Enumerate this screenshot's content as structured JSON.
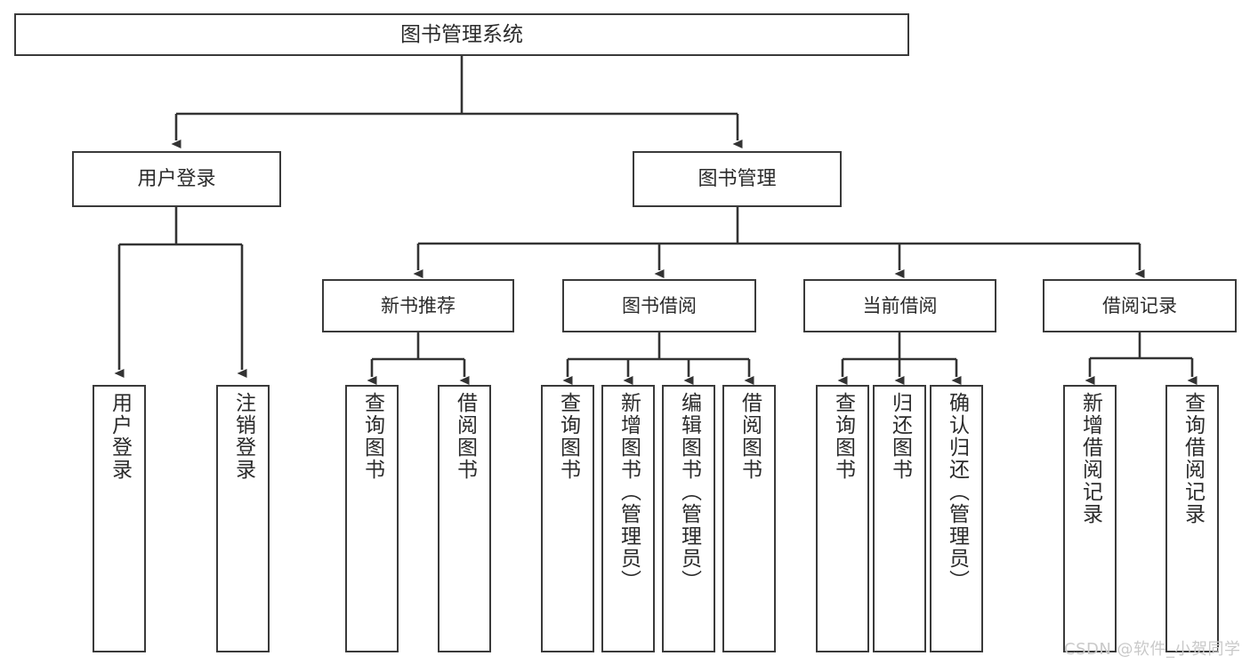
{
  "diagram": {
    "title": "图书管理系统",
    "type": "hierarchy-tree",
    "orientation": "top-down",
    "colors": {
      "box_border": "#3a3a3a",
      "box_fill": "#ffffff",
      "text": "#2b2b2b",
      "connector": "#333333",
      "watermark": "#c9c9c9",
      "background": "#ffffff"
    },
    "root": {
      "label": "图书管理系统"
    },
    "level1": [
      {
        "label": "用户登录"
      },
      {
        "label": "图书管理"
      }
    ],
    "level2": [
      {
        "label": "新书推荐"
      },
      {
        "label": "图书借阅"
      },
      {
        "label": "当前借阅"
      },
      {
        "label": "借阅记录"
      }
    ],
    "leaves": {
      "user_login": [
        {
          "label": "用户登录"
        },
        {
          "label": "注销登录"
        }
      ],
      "new_book_recommend": [
        {
          "label": "查询图书"
        },
        {
          "label": "借阅图书"
        }
      ],
      "book_borrow": [
        {
          "label": "查询图书"
        },
        {
          "label": "新增图书（管理员）"
        },
        {
          "label": "编辑图书（管理员）"
        },
        {
          "label": "借阅图书"
        }
      ],
      "current_borrow": [
        {
          "label": "查询图书"
        },
        {
          "label": "归还图书"
        },
        {
          "label": "确认归还（管理员）"
        }
      ],
      "borrow_record": [
        {
          "label": "新增借阅记录"
        },
        {
          "label": "查询借阅记录"
        }
      ]
    }
  },
  "watermark": {
    "text": "CSDN @软件_小贺同学"
  }
}
